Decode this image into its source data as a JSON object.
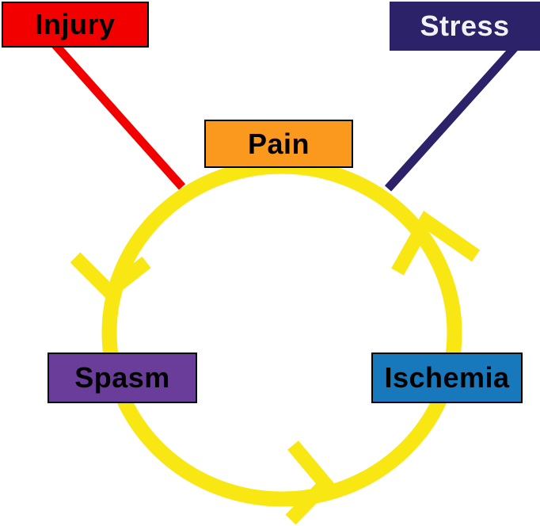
{
  "diagram": {
    "background": "#FFFFFF",
    "cycle": {
      "color": "#F8E712",
      "direction": "counterclockwise",
      "sequence": [
        "Pain",
        "Spasm",
        "Ischemia",
        "Pain"
      ],
      "arrows": [
        "pain-to-spasm",
        "spasm-to-ischemia",
        "ischemia-to-pain"
      ]
    },
    "nodes": {
      "injury": {
        "label": "Injury",
        "bg": "#F20000",
        "text": "#000000"
      },
      "stress": {
        "label": "Stress",
        "bg": "#2B2269",
        "text": "#F2F1F6"
      },
      "pain": {
        "label": "Pain",
        "bg": "#FB991F",
        "text": "#000000"
      },
      "spasm": {
        "label": "Spasm",
        "bg": "#6A3D9B",
        "text": "#000000"
      },
      "ischemia": {
        "label": "Ischemia",
        "bg": "#1878BC",
        "text": "#000000"
      }
    },
    "connectors": {
      "injury_line": {
        "from": "Injury",
        "to": "cycle",
        "color": "#F20000"
      },
      "stress_line": {
        "from": "Stress",
        "to": "cycle",
        "color": "#2B2269"
      }
    }
  }
}
